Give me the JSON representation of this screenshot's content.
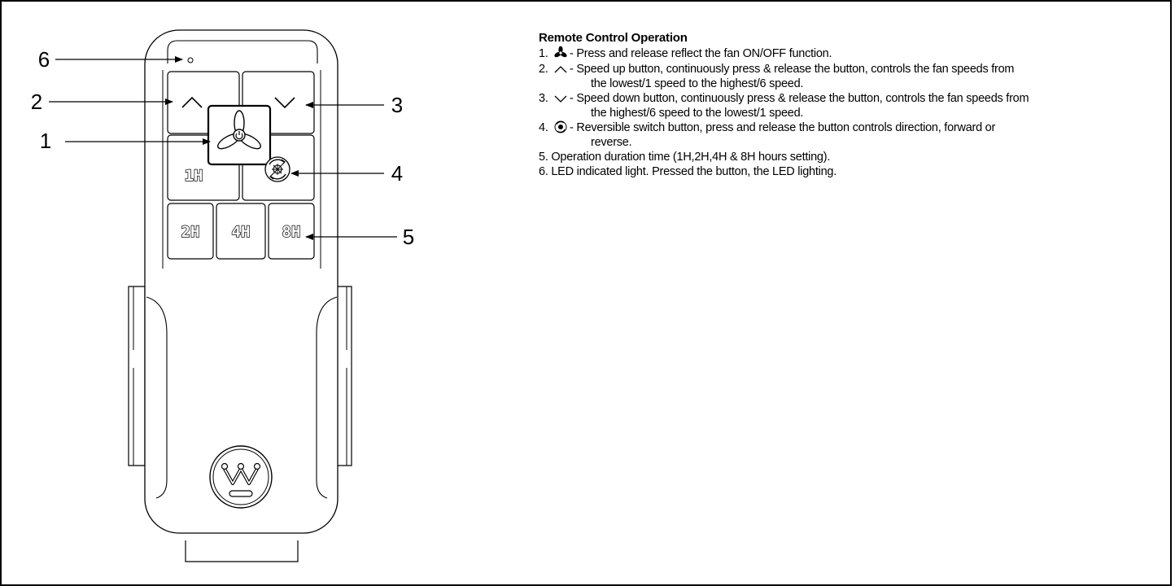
{
  "callouts": {
    "n1": "1",
    "n2": "2",
    "n3": "3",
    "n4": "4",
    "n5": "5",
    "n6": "6"
  },
  "remote": {
    "btn_1h": "1H",
    "btn_2h": "2H",
    "btn_4h": "4H",
    "btn_8h": "8H",
    "logo_icon": "westinghouse-w-logo",
    "fan_icon": "fan-power-icon",
    "up_icon": "chevron-up-icon",
    "down_icon": "chevron-down-icon",
    "reverse_icon": "reverse-direction-icon"
  },
  "instructions": {
    "title": "Remote Control Operation",
    "items": [
      {
        "num": "1.",
        "glyph": "fan-icon",
        "text": " - Press and release reflect the fan ON/OFF function."
      },
      {
        "num": "2.",
        "glyph": "chevron-up-icon",
        "text": " - Speed up button, continuously press & release the button, controls the fan speeds from",
        "cont": "the lowest/1 speed to the highest/6 speed."
      },
      {
        "num": "3.",
        "glyph": "chevron-down-icon",
        "text": " - Speed down button, continuously press & release the button, controls the fan speeds from",
        "cont": "the highest/6 speed to the lowest/1 speed."
      },
      {
        "num": "4.",
        "glyph": "reverse-icon",
        "text": " - Reversible switch button, press and release the button controls direction, forward or",
        "cont": "reverse."
      },
      {
        "text": "5. Operation duration time (1H,2H,4H & 8H hours setting)."
      },
      {
        "text": "6. LED indicated light. Pressed the button, the LED lighting."
      }
    ]
  }
}
